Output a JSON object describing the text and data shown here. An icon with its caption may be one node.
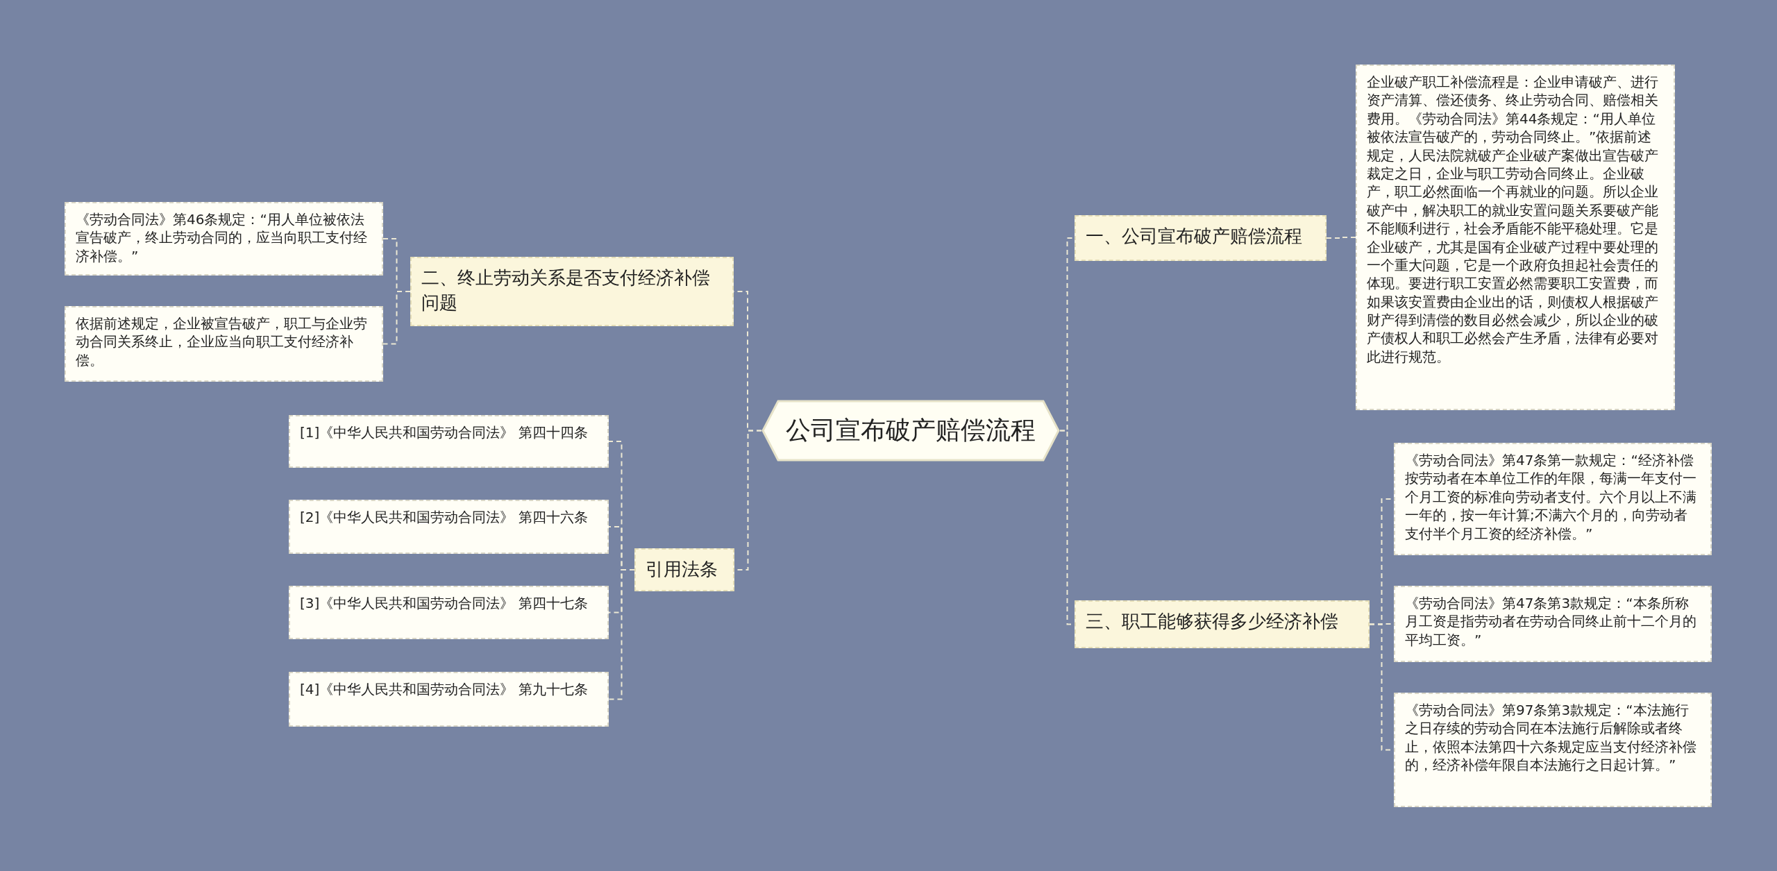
{
  "diagram": {
    "nodes": [
      {
        "text": [
          "公司宣布破产赔偿流程"
        ]
      },
      {
        "text": [
          "一、公司宣布破产赔偿流程"
        ]
      },
      {
        "text": [
          "企业破产职工补偿流程是：企业申请破产、进行资产清算、偿还债务、终止劳动合同、赔偿相关费用。《劳动合同法》第44条规定：“用人单位被依法宣告破产的，劳动合同终止。”依据前述规定，人民法院就破产企业破产案做出宣告破产裁定之日，企业与职工劳动合同终止。企业破产，职工必然面临一个再就业的问题。所以企业破产中，解决职工的就业安置问题关系要破产能不能顺利进行，社会矛盾能不能平稳处理。它是企业破产，尤其是国有企业破产过程中要处理的一个重大问题，它是一个政府负担起社会责任的体现。要进行职工安置必然需要职工安置费，而如果该安置费由企业出的话，则债权人根据破产财产得到清偿的数目必然会减少，所以企业的破产债权人和职工必然会产生矛盾，法律有必要对此进行规范。"
        ]
      },
      {
        "text": [
          "三、职工能够获得多少经济补偿"
        ]
      },
      {
        "text": [
          "《劳动合同法》第47条第一款规定：“经济补偿按劳动者在本单位工作的年限，每满一年支付一个月工资的标准向劳动者支付。六个月以上不满一年的，按一年计算;不满六个月的，向劳动者支付半个月工资的经济补偿。”"
        ]
      },
      {
        "text": [
          "《劳动合同法》第47条第3款规定：“本条所称月工资是指劳动者在劳动合同终止前十二个月的平均工资。”"
        ]
      },
      {
        "text": [
          "《劳动合同法》第97条第3款规定：“本法施行之日存续的劳动合同在本法施行后解除或者终止，依照本法第四十六条规定应当支付经济补偿的，经济补偿年限自本法施行之日起计算。”"
        ]
      },
      {
        "text": [
          "二、终止劳动关系是否支付经济补偿问题"
        ]
      },
      {
        "text": [
          "《劳动合同法》第46条规定：“用人单位被依法宣告破产，终止劳动合同的，应当向职工支付经济补偿。”"
        ]
      },
      {
        "text": [
          "依据前述规定，企业被宣告破产，职工与企业劳动合同关系终止，企业应当向职工支付经济补偿。"
        ]
      },
      {
        "text": [
          "引用法条"
        ]
      },
      {
        "text": [
          "[1]《中华人民共和国劳动合同法》 第四十四条"
        ]
      },
      {
        "text": [
          "[2]《中华人民共和国劳动合同法》 第四十六条"
        ]
      },
      {
        "text": [
          "[3]《中华人民共和国劳动合同法》 第四十七条"
        ]
      },
      {
        "text": [
          "[4]《中华人民共和国劳动合同法》 第九十七条"
        ]
      }
    ],
    "edges": [
      {
        "from": 0,
        "to": 1,
        "arrow": "none",
        "style": "dashed"
      },
      {
        "from": 1,
        "to": 2,
        "arrow": "none",
        "style": "dashed"
      },
      {
        "from": 0,
        "to": 3,
        "arrow": "none",
        "style": "dashed"
      },
      {
        "from": 3,
        "to": 4,
        "arrow": "none",
        "style": "dashed"
      },
      {
        "from": 3,
        "to": 5,
        "arrow": "none",
        "style": "dashed"
      },
      {
        "from": 3,
        "to": 6,
        "arrow": "none",
        "style": "dashed"
      },
      {
        "from": 0,
        "to": 7,
        "arrow": "none",
        "style": "dashed"
      },
      {
        "from": 7,
        "to": 8,
        "arrow": "none",
        "style": "dashed"
      },
      {
        "from": 7,
        "to": 9,
        "arrow": "none",
        "style": "dashed"
      },
      {
        "from": 0,
        "to": 10,
        "arrow": "none",
        "style": "dashed"
      },
      {
        "from": 10,
        "to": 11,
        "arrow": "none",
        "style": "dashed"
      },
      {
        "from": 10,
        "to": 12,
        "arrow": "none",
        "style": "dashed"
      },
      {
        "from": 10,
        "to": 13,
        "arrow": "none",
        "style": "dashed"
      },
      {
        "from": 10,
        "to": 14,
        "arrow": "none",
        "style": "dashed"
      }
    ]
  }
}
